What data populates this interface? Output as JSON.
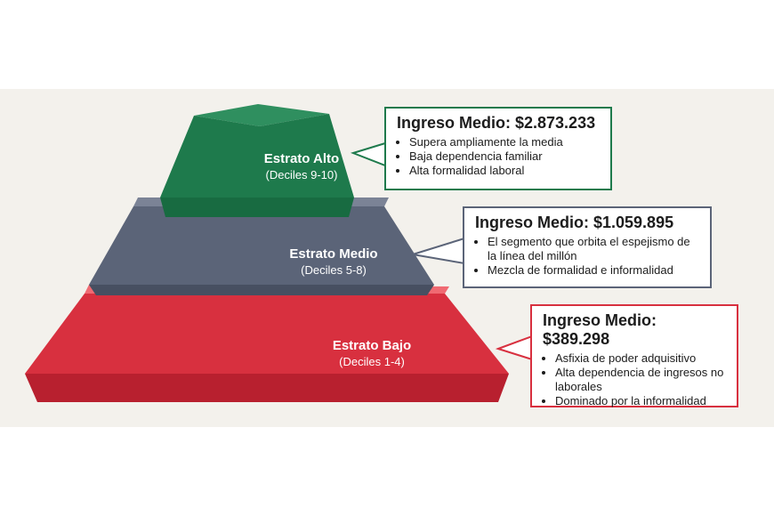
{
  "colors": {
    "alto": "#1e7a4c",
    "medio": "#5b6478",
    "bajo": "#d8303f",
    "background": "#f3f1ec"
  },
  "tiers": {
    "alto": {
      "name": "Estrato Alto",
      "deciles": "(Deciles 9-10)"
    },
    "medio": {
      "name": "Estrato Medio",
      "deciles": "(Deciles 5-8)"
    },
    "bajo": {
      "name": "Estrato Bajo",
      "deciles": "(Deciles 1-4)"
    }
  },
  "callouts": {
    "alto": {
      "title": "Ingreso Medio: $2.873.233",
      "bullets": [
        "Supera ampliamente la media",
        "Baja dependencia familiar",
        "Alta formalidad laboral"
      ]
    },
    "medio": {
      "title": "Ingreso Medio: $1.059.895",
      "bullets": [
        "El segmento que orbita el espejismo de la línea del millón",
        "Mezcla de formalidad e informalidad"
      ]
    },
    "bajo": {
      "title": "Ingreso Medio: $389.298",
      "bullets": [
        "Asfixia de poder adquisitivo",
        "Alta dependencia de ingresos no laborales",
        "Dominado por la informalidad"
      ]
    }
  }
}
